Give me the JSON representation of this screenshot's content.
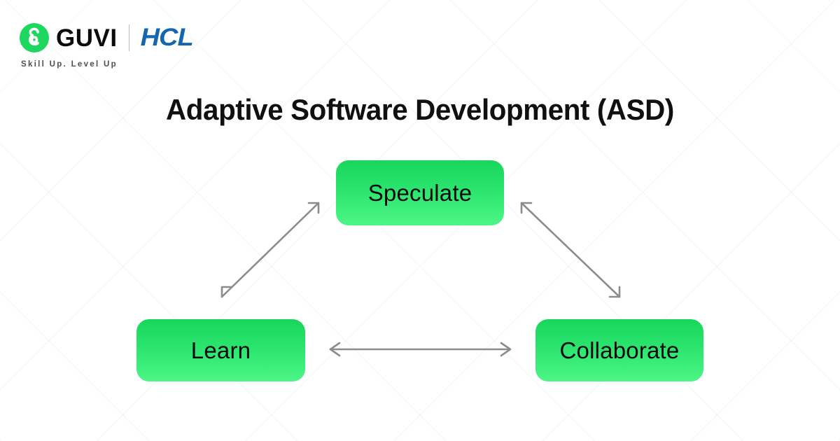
{
  "brand": {
    "logo_icon": "guvi-g-mark-icon",
    "name": "GUVI",
    "partner": "HCL",
    "tagline": "Skill Up. Level Up",
    "accent_green": "#1ED760",
    "partner_blue": "#1565AF"
  },
  "header": {
    "title": "Adaptive Software Development (ASD)"
  },
  "diagram": {
    "type": "cycle",
    "background_pattern": "diagonal-crosshatch",
    "node_gradient_top": "#18D65B",
    "node_gradient_bottom": "#4DF587",
    "arrow_color": "#8c8c8c",
    "nodes": [
      {
        "id": "speculate",
        "label": "Speculate"
      },
      {
        "id": "learn",
        "label": "Learn"
      },
      {
        "id": "collaborate",
        "label": "Collaborate"
      }
    ],
    "connections": [
      {
        "from": "learn",
        "to": "speculate",
        "style": "double-headed"
      },
      {
        "from": "speculate",
        "to": "collaborate",
        "style": "double-headed"
      },
      {
        "from": "learn",
        "to": "collaborate",
        "style": "double-headed"
      }
    ]
  }
}
